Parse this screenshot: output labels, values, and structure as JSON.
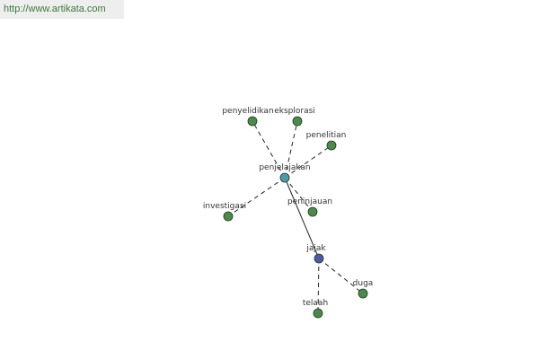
{
  "site": {
    "url": "http://www.artikata.com"
  },
  "colors": {
    "leaf_node": "#4a8a4a",
    "hub_node": "#4a9aa8",
    "root_node": "#4a5aa8",
    "edge": "#222222"
  },
  "graph": {
    "nodes": [
      {
        "id": "penjelajakan",
        "label": "penjelajakan",
        "kind": "hub"
      },
      {
        "id": "jajak",
        "label": "jajak",
        "kind": "root"
      },
      {
        "id": "penyelidikan",
        "label": "penyelidikan",
        "kind": "leaf"
      },
      {
        "id": "eksplorasi",
        "label": "eksplorasi",
        "kind": "leaf"
      },
      {
        "id": "penelitian",
        "label": "penelitian",
        "kind": "leaf"
      },
      {
        "id": "investigasi",
        "label": "investigasi",
        "kind": "leaf"
      },
      {
        "id": "peninjauan",
        "label": "peninjauan",
        "kind": "leaf"
      },
      {
        "id": "duga",
        "label": "duga",
        "kind": "leaf"
      },
      {
        "id": "telaah",
        "label": "telaah",
        "kind": "leaf"
      }
    ],
    "edges": [
      {
        "from": "penjelajakan",
        "to": "penyelidikan",
        "style": "dashed"
      },
      {
        "from": "penjelajakan",
        "to": "eksplorasi",
        "style": "dashed"
      },
      {
        "from": "penjelajakan",
        "to": "penelitian",
        "style": "dashed"
      },
      {
        "from": "penjelajakan",
        "to": "investigasi",
        "style": "dashed"
      },
      {
        "from": "penjelajakan",
        "to": "peninjauan",
        "style": "dashed"
      },
      {
        "from": "penjelajakan",
        "to": "jajak",
        "style": "solid"
      },
      {
        "from": "jajak",
        "to": "duga",
        "style": "dashed"
      },
      {
        "from": "jajak",
        "to": "telaah",
        "style": "dashed"
      }
    ]
  }
}
